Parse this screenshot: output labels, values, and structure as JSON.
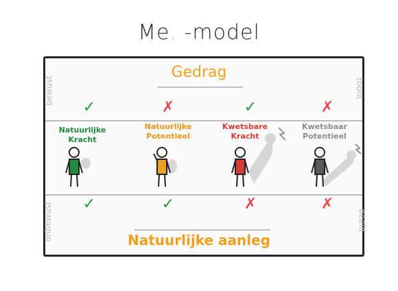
{
  "title": {
    "prefix": "Me",
    "dot": ".",
    "suffix": " -model"
  },
  "top_label": "Gedrag",
  "bottom_label": "Natuurlijke aanleg",
  "side_labels": {
    "top_left": "bewust",
    "top_right": "toont",
    "bottom_left": "onbewust",
    "bottom_right": "beeld"
  },
  "columns": [
    {
      "label_line1": "Natuurlijke",
      "label_line2": "Kracht",
      "top_mark": "✓",
      "bottom_mark": "✓",
      "color": "#1f8a3a"
    },
    {
      "label_line1": "Natuurlijke",
      "label_line2": "Potentieel",
      "top_mark": "✗",
      "bottom_mark": "✓",
      "color": "#e8961a"
    },
    {
      "label_line1": "Kwetsbare",
      "label_line2": "Kracht",
      "top_mark": "✓",
      "bottom_mark": "✗",
      "color": "#d83a36"
    },
    {
      "label_line1": "Kwetsbaar",
      "label_line2": "Potentieel",
      "top_mark": "✗",
      "bottom_mark": "✗",
      "color": "#5a5a5a"
    }
  ],
  "colors": {
    "accent": "#f0a020",
    "ok": "#1f9a3a",
    "no": "#e3484c"
  }
}
